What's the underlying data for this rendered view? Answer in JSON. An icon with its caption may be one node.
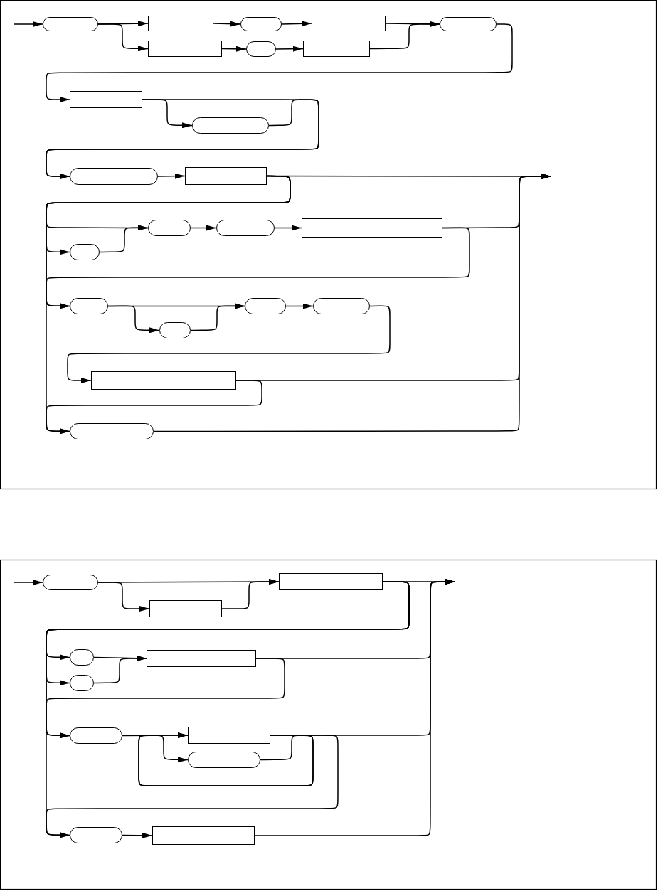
{
  "diagram": {
    "nodes": [
      {
        "text": [],
        "shape": "pill"
      },
      {
        "text": [],
        "shape": "box"
      },
      {
        "text": [],
        "shape": "pill"
      },
      {
        "text": [],
        "shape": "box"
      },
      {
        "text": [],
        "shape": "box"
      },
      {
        "text": [],
        "shape": "pill"
      },
      {
        "text": [],
        "shape": "box"
      },
      {
        "text": [],
        "shape": "pill"
      },
      {
        "text": [],
        "shape": "box"
      },
      {
        "text": [],
        "shape": "pill"
      },
      {
        "text": [],
        "shape": "pill"
      },
      {
        "text": [],
        "shape": "box"
      },
      {
        "text": [],
        "shape": "pill"
      },
      {
        "text": [],
        "shape": "pill"
      },
      {
        "text": [],
        "shape": "box"
      },
      {
        "text": [],
        "shape": "pill"
      },
      {
        "text": [],
        "shape": "pill"
      },
      {
        "text": [],
        "shape": "pill"
      },
      {
        "text": [],
        "shape": "pill"
      },
      {
        "text": [],
        "shape": "pill"
      },
      {
        "text": [],
        "shape": "box"
      },
      {
        "text": [],
        "shape": "pill"
      },
      {
        "text": [],
        "shape": "pill"
      },
      {
        "text": [],
        "shape": "box"
      },
      {
        "text": [],
        "shape": "box"
      },
      {
        "text": [],
        "shape": "pill"
      },
      {
        "text": [],
        "shape": "box"
      },
      {
        "text": [],
        "shape": "pill"
      },
      {
        "text": [],
        "shape": "pill"
      },
      {
        "text": [],
        "shape": "box"
      },
      {
        "text": [],
        "shape": "pill"
      },
      {
        "text": [],
        "shape": "pill"
      },
      {
        "text": [],
        "shape": "box"
      }
    ],
    "edges": [
      {
        "from": null,
        "to": 0,
        "arrow": "to"
      },
      {
        "from": 0,
        "to": 1,
        "arrow": "to"
      },
      {
        "from": 0,
        "to": 4,
        "arrow": "to"
      },
      {
        "from": 1,
        "to": 2,
        "arrow": "to"
      },
      {
        "from": 2,
        "to": 3,
        "arrow": "to"
      },
      {
        "from": 4,
        "to": 5,
        "arrow": "to"
      },
      {
        "from": 5,
        "to": 6,
        "arrow": "to"
      },
      {
        "from": 3,
        "to": 7,
        "arrow": "to"
      },
      {
        "from": 6,
        "to": 7,
        "arrow": "to"
      },
      {
        "from": 7,
        "to": 8,
        "arrow": "to"
      },
      {
        "from": 8,
        "to": 9,
        "arrow": "to"
      },
      {
        "from": 8,
        "to": 10,
        "arrow": "to"
      },
      {
        "from": 9,
        "to": 10,
        "arrow": "to"
      },
      {
        "from": 10,
        "to": 11,
        "arrow": "to"
      },
      {
        "from": 11,
        "to": null,
        "arrow": "to"
      },
      {
        "from": 11,
        "to": 12,
        "arrow": "to"
      },
      {
        "from": 11,
        "to": 15,
        "arrow": "to"
      },
      {
        "from": 15,
        "to": 12,
        "arrow": "to"
      },
      {
        "from": 12,
        "to": 13,
        "arrow": "to"
      },
      {
        "from": 13,
        "to": 14,
        "arrow": "to"
      },
      {
        "from": 14,
        "to": null,
        "arrow": "to"
      },
      {
        "from": 14,
        "to": 16,
        "arrow": "to"
      },
      {
        "from": 16,
        "to": 17,
        "arrow": "to"
      },
      {
        "from": 16,
        "to": 18,
        "arrow": "to"
      },
      {
        "from": 17,
        "to": 18,
        "arrow": "to"
      },
      {
        "from": 18,
        "to": 19,
        "arrow": "to"
      },
      {
        "from": 19,
        "to": 20,
        "arrow": "to"
      },
      {
        "from": 20,
        "to": null,
        "arrow": "to"
      },
      {
        "from": 20,
        "to": 21,
        "arrow": "to"
      },
      {
        "from": 11,
        "to": 16,
        "arrow": "to"
      },
      {
        "from": 11,
        "to": 21,
        "arrow": "to"
      },
      {
        "from": 21,
        "to": null,
        "arrow": "to"
      },
      {
        "from": null,
        "to": 22,
        "arrow": "to"
      },
      {
        "from": 22,
        "to": 24,
        "arrow": "to"
      },
      {
        "from": 22,
        "to": 23,
        "arrow": "to"
      },
      {
        "from": 23,
        "to": 24,
        "arrow": "to"
      },
      {
        "from": 24,
        "to": null,
        "arrow": "to"
      },
      {
        "from": 24,
        "to": 25,
        "arrow": "to"
      },
      {
        "from": 24,
        "to": 27,
        "arrow": "to"
      },
      {
        "from": 24,
        "to": 28,
        "arrow": "to"
      },
      {
        "from": 24,
        "to": 31,
        "arrow": "to"
      },
      {
        "from": 25,
        "to": 26,
        "arrow": "to"
      },
      {
        "from": 27,
        "to": 26,
        "arrow": "to"
      },
      {
        "from": 26,
        "to": null,
        "arrow": "to"
      },
      {
        "from": 26,
        "to": 28,
        "arrow": "to"
      },
      {
        "from": 28,
        "to": 29,
        "arrow": "to"
      },
      {
        "from": 29,
        "to": null,
        "arrow": "to"
      },
      {
        "from": 29,
        "to": 30,
        "arrow": "to"
      },
      {
        "from": 30,
        "to": 29,
        "arrow": "to"
      },
      {
        "from": 29,
        "to": 31,
        "arrow": "to"
      },
      {
        "from": 31,
        "to": 32,
        "arrow": "to"
      },
      {
        "from": 32,
        "to": null,
        "arrow": "to"
      }
    ]
  }
}
